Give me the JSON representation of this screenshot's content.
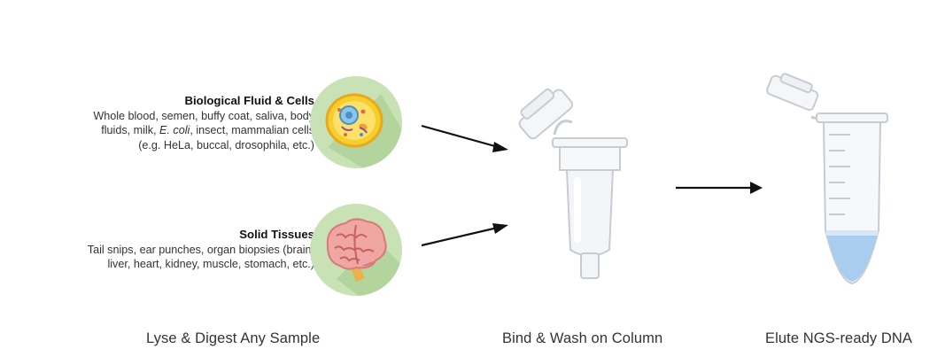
{
  "sources": [
    {
      "title": "Biological Fluid & Cells",
      "line1": "Whole blood, semen, buffy coat, saliva, body",
      "line2_pre": "fluids, milk, ",
      "line2_em": "E. coli",
      "line2_post": ", insect, mammalian cells",
      "line3": "(e.g. HeLa, buccal, drosophila, etc.)",
      "icon": "cell-icon"
    },
    {
      "title": "Solid Tissues",
      "line1": "Tail snips, ear punches, organ biopsies (brain,",
      "line2": "liver, heart, kidney, muscle, stomach, etc.)",
      "icon": "brain-icon"
    }
  ],
  "steps": [
    {
      "label": "Lyse & Digest Any Sample"
    },
    {
      "label": "Bind & Wash on Column",
      "icon": "spin-column-icon"
    },
    {
      "label": "Elute NGS-ready DNA",
      "icon": "microcentrifuge-tube-icon"
    }
  ],
  "colors": {
    "icon_circle": "#c8e2b5",
    "arrow": "#111111",
    "cell_body": "#f6cf2f",
    "brain": "#f0a7a4",
    "eluate": "#a9cdef"
  }
}
